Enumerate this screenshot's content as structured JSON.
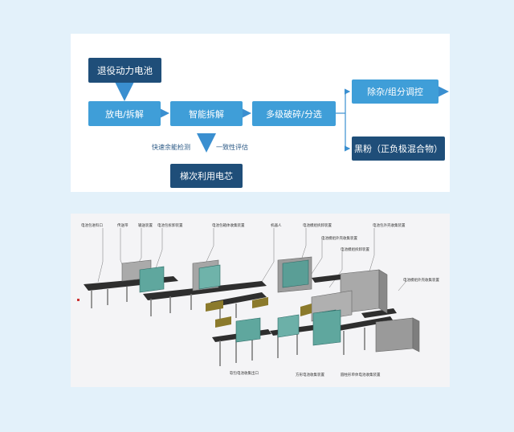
{
  "flow": {
    "source": "退役动力电池",
    "step1": "放电/拆解",
    "step2": "智能拆解",
    "step3": "多级破碎/分选",
    "out_top": "除杂/组分调控",
    "out_bottom": "黑粉（正负极混合物）",
    "reuse": "梯次利用电芯",
    "test_left": "快速余能检测",
    "test_right": "一致性评估",
    "colors": {
      "dark": "#1f4e79",
      "light": "#3f9ed8",
      "arrow": "#3a8fd0"
    }
  },
  "line_drawing": {
    "labels": [
      "电池包进料口",
      "传送带",
      "输送装置",
      "电池包拆卸装置",
      "电池包箱体收集装置",
      "机器人",
      "电池模组拆卸装置",
      "电池模组外壳收集装置",
      "电池模组拆卸装置",
      "电池包外壳收集装置",
      "电池模组外壳收集装置",
      "软包电池收集出口",
      "方形电池收集装置",
      "圆柱形单体电池收集装置"
    ]
  }
}
